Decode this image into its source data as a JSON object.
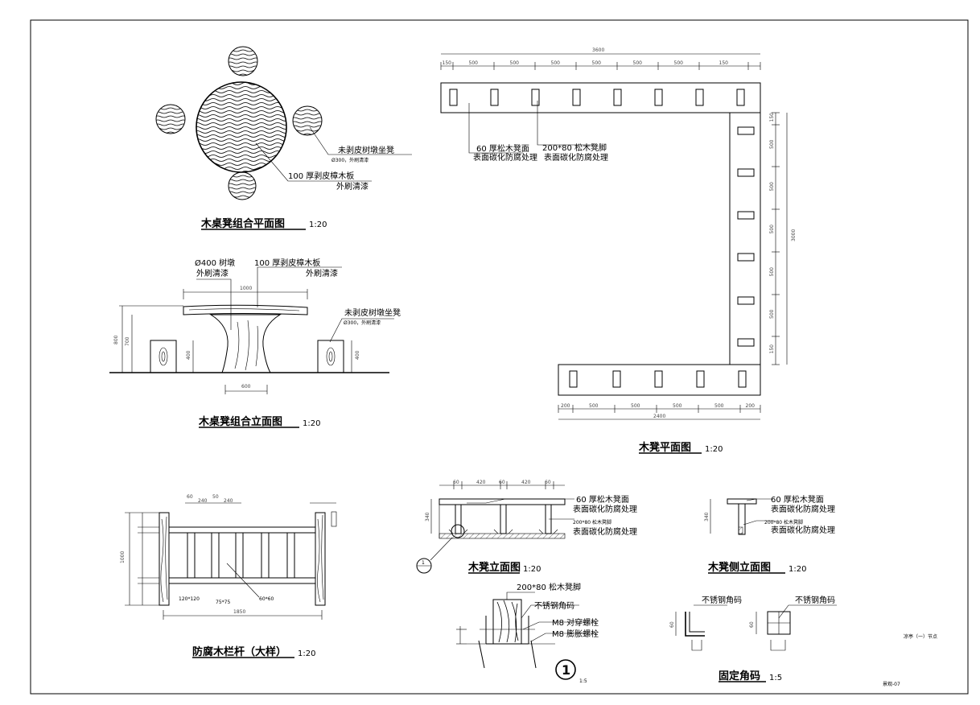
{
  "plan_set": {
    "title": "木桌凳组合平面图",
    "scale": "1:20",
    "stool_note_1": "未剥皮树墩坐凳",
    "stool_note_2": "Ø300，外刷清漆",
    "table_note_1": "100 厚剥皮樟木板",
    "table_note_2": "外刷清漆"
  },
  "elev_set": {
    "title": "木桌凳组合立面图",
    "scale": "1:20",
    "stump_note_1": "Ø400 树墩",
    "stump_note_2": "外刷清漆",
    "board_note_1": "100 厚剥皮樟木板",
    "board_note_2": "外刷清漆",
    "stool_note_1": "未剥皮树墩坐凳",
    "stool_note_2": "Ø300，外刷清漆",
    "dims": {
      "w1000": "1000",
      "h800": "800",
      "h700": "700",
      "h400a": "400",
      "h400b": "400",
      "w600": "600"
    }
  },
  "bench_plan": {
    "title": "木凳平面图",
    "scale": "1:20",
    "seat_note_1": "60 厚松木凳面",
    "seat_note_2": "表面碳化防腐处理",
    "leg_note_1": "200*80 松木凳脚",
    "leg_note_2": "表面碳化防腐处理",
    "dims_top_total": "3600",
    "dims_top": [
      "150",
      "500",
      "500",
      "500",
      "500",
      "500",
      "500",
      "150"
    ],
    "dims_right_total": "3000",
    "dims_right": [
      "150",
      "500",
      "500",
      "500",
      "500",
      "500",
      "150"
    ],
    "dims_bottom_total": "2400",
    "dims_bottom": [
      "200",
      "500",
      "500",
      "500",
      "500",
      "200"
    ]
  },
  "fence": {
    "title": "防腐木栏杆（大样）",
    "scale": "1:20",
    "label_post": "120*120",
    "label_rail": "75*75",
    "label_bar": "60*60",
    "dim_total": "1850",
    "dim_height": "1000",
    "dims_top": [
      "60",
      "240",
      "50",
      "240"
    ]
  },
  "bench_elev": {
    "title": "木凳立面图",
    "scale": "1:20",
    "seat_note_1": "60 厚松木凳面",
    "seat_note_2": "表面碳化防腐处理",
    "leg_note_1": "200*80 松木凳脚",
    "leg_note_2": "表面碳化防腐处理",
    "dims_top": [
      "60",
      "420",
      "60",
      "420",
      "60"
    ],
    "dim_h": "340",
    "callout": "1"
  },
  "bench_side": {
    "title": "木凳侧立面图",
    "scale": "1:20",
    "seat_note_1": "60 厚松木凳面",
    "seat_note_2": "表面碳化防腐处理",
    "leg_note_1": "200*80 松木凳脚",
    "leg_note_2": "表面碳化防腐处理",
    "dim_h": "340"
  },
  "detail1": {
    "leg_note": "200*80 松木凳脚",
    "angle_note": "不锈钢角码",
    "bolt_note_1": "M8 对穿螺栓",
    "bolt_note_2": "M8 膨胀螺栓",
    "callout": "1",
    "scale": "1:5"
  },
  "angle_detail": {
    "title": "固定角码",
    "scale": "1:5",
    "note_left": "不锈钢角码",
    "note_right": "不锈钢角码",
    "dim_l": "60",
    "dim_r": "60"
  },
  "sheet": {
    "project": "凉亭（一）节点",
    "number": "景观-07"
  }
}
